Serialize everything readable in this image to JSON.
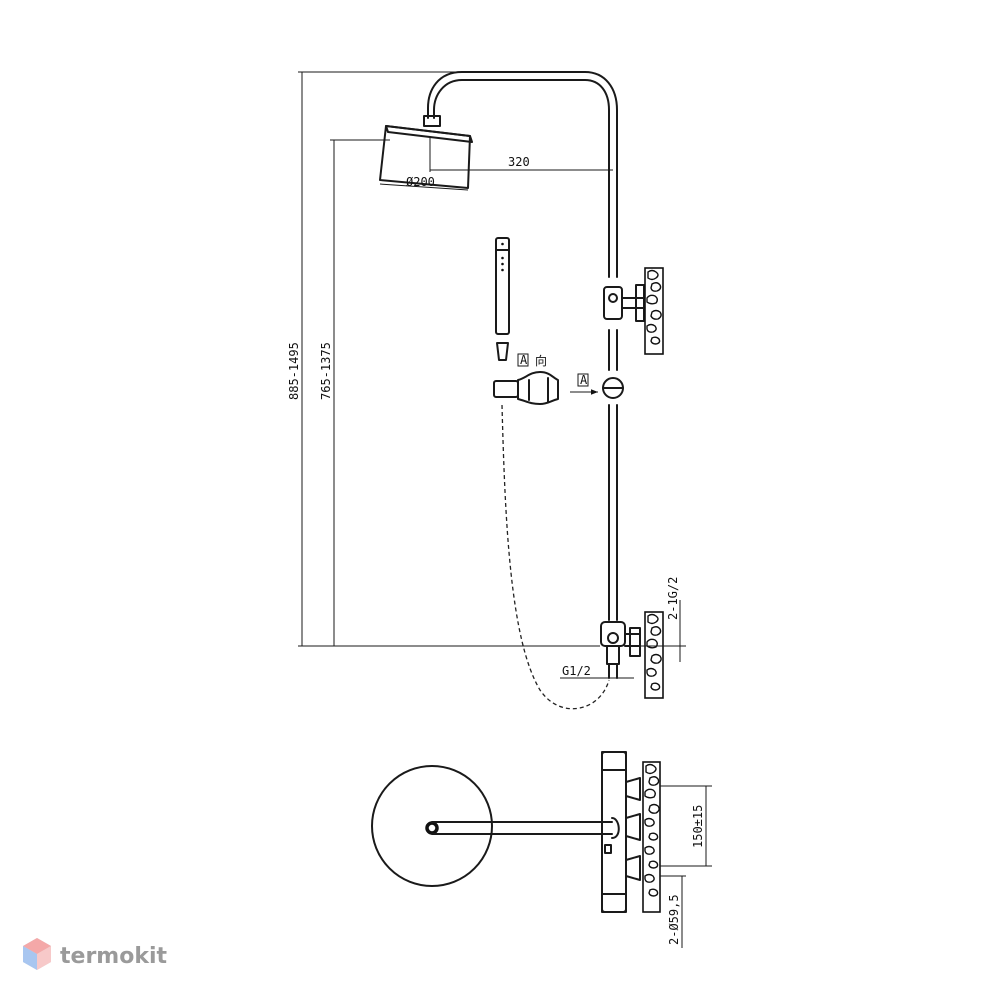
{
  "dimensions": {
    "head_diameter": "Ø200",
    "arm_length": "320",
    "total_height": "885-1495",
    "head_height": "765-1375",
    "wall_inlet": "2-1G/2",
    "hand_outlet": "G1/2",
    "inlet_spacing": "150±15",
    "escutcheon": "2-Ø59,5"
  },
  "markers": {
    "view_a": "A",
    "view_a_direction": "向"
  },
  "logo": {
    "text": "termokit",
    "color": "#9a9a9a",
    "accent_top": "#f4a8a8",
    "accent_side": "#a8c6f0"
  }
}
